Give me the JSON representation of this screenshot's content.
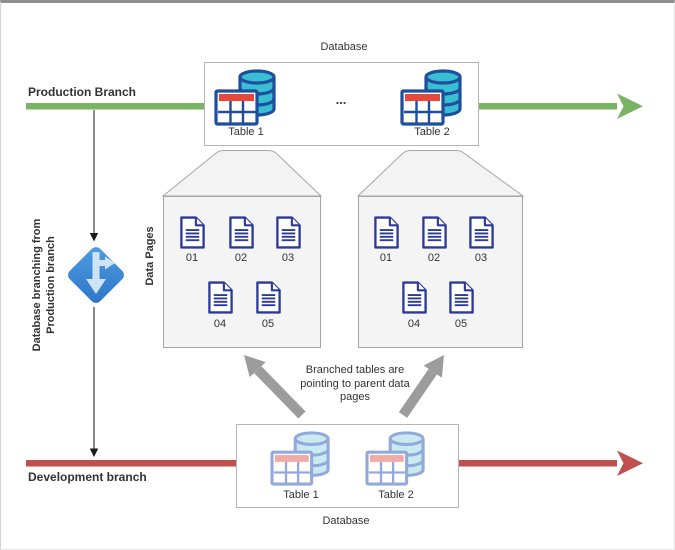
{
  "top_database": {
    "label": "Database",
    "tables": [
      "Table 1",
      "Table 2"
    ],
    "ellipsis": "..."
  },
  "production_branch": {
    "label": "Production Branch",
    "color": "#7ab364"
  },
  "branch_annotation": {
    "label": "Database branching from Production branch"
  },
  "data_pages": {
    "label": "Data Pages",
    "box1": {
      "pages": [
        "01",
        "02",
        "03",
        "04",
        "05"
      ]
    },
    "box2": {
      "pages": [
        "01",
        "02",
        "03",
        "04",
        "05"
      ]
    }
  },
  "pointer_note": {
    "lines": [
      "Branched tables are",
      "pointing to parent data",
      "pages"
    ]
  },
  "development_branch": {
    "label": "Development branch",
    "color": "#c0504d"
  },
  "bottom_database": {
    "label": "Database",
    "tables": [
      "Table 1",
      "Table 2"
    ]
  },
  "colors": {
    "production_green": "#7ab364",
    "development_red": "#c0504d",
    "branch_blue": "#3b82d4",
    "table_navy": "#1f4e9c",
    "table_header_red": "#e8483b",
    "cylinder_cyan": "#38bfd3",
    "pastel_line": "#93a9db",
    "pastel_header": "#f0aba5",
    "pastel_cylinder": "#c9eaf0",
    "document_navy": "#2b3a96",
    "pointer_gray": "#9c9c9c"
  },
  "icons": {
    "branch": "git-branch-icon",
    "table": "database-table-icon",
    "page": "document-page-icon"
  }
}
